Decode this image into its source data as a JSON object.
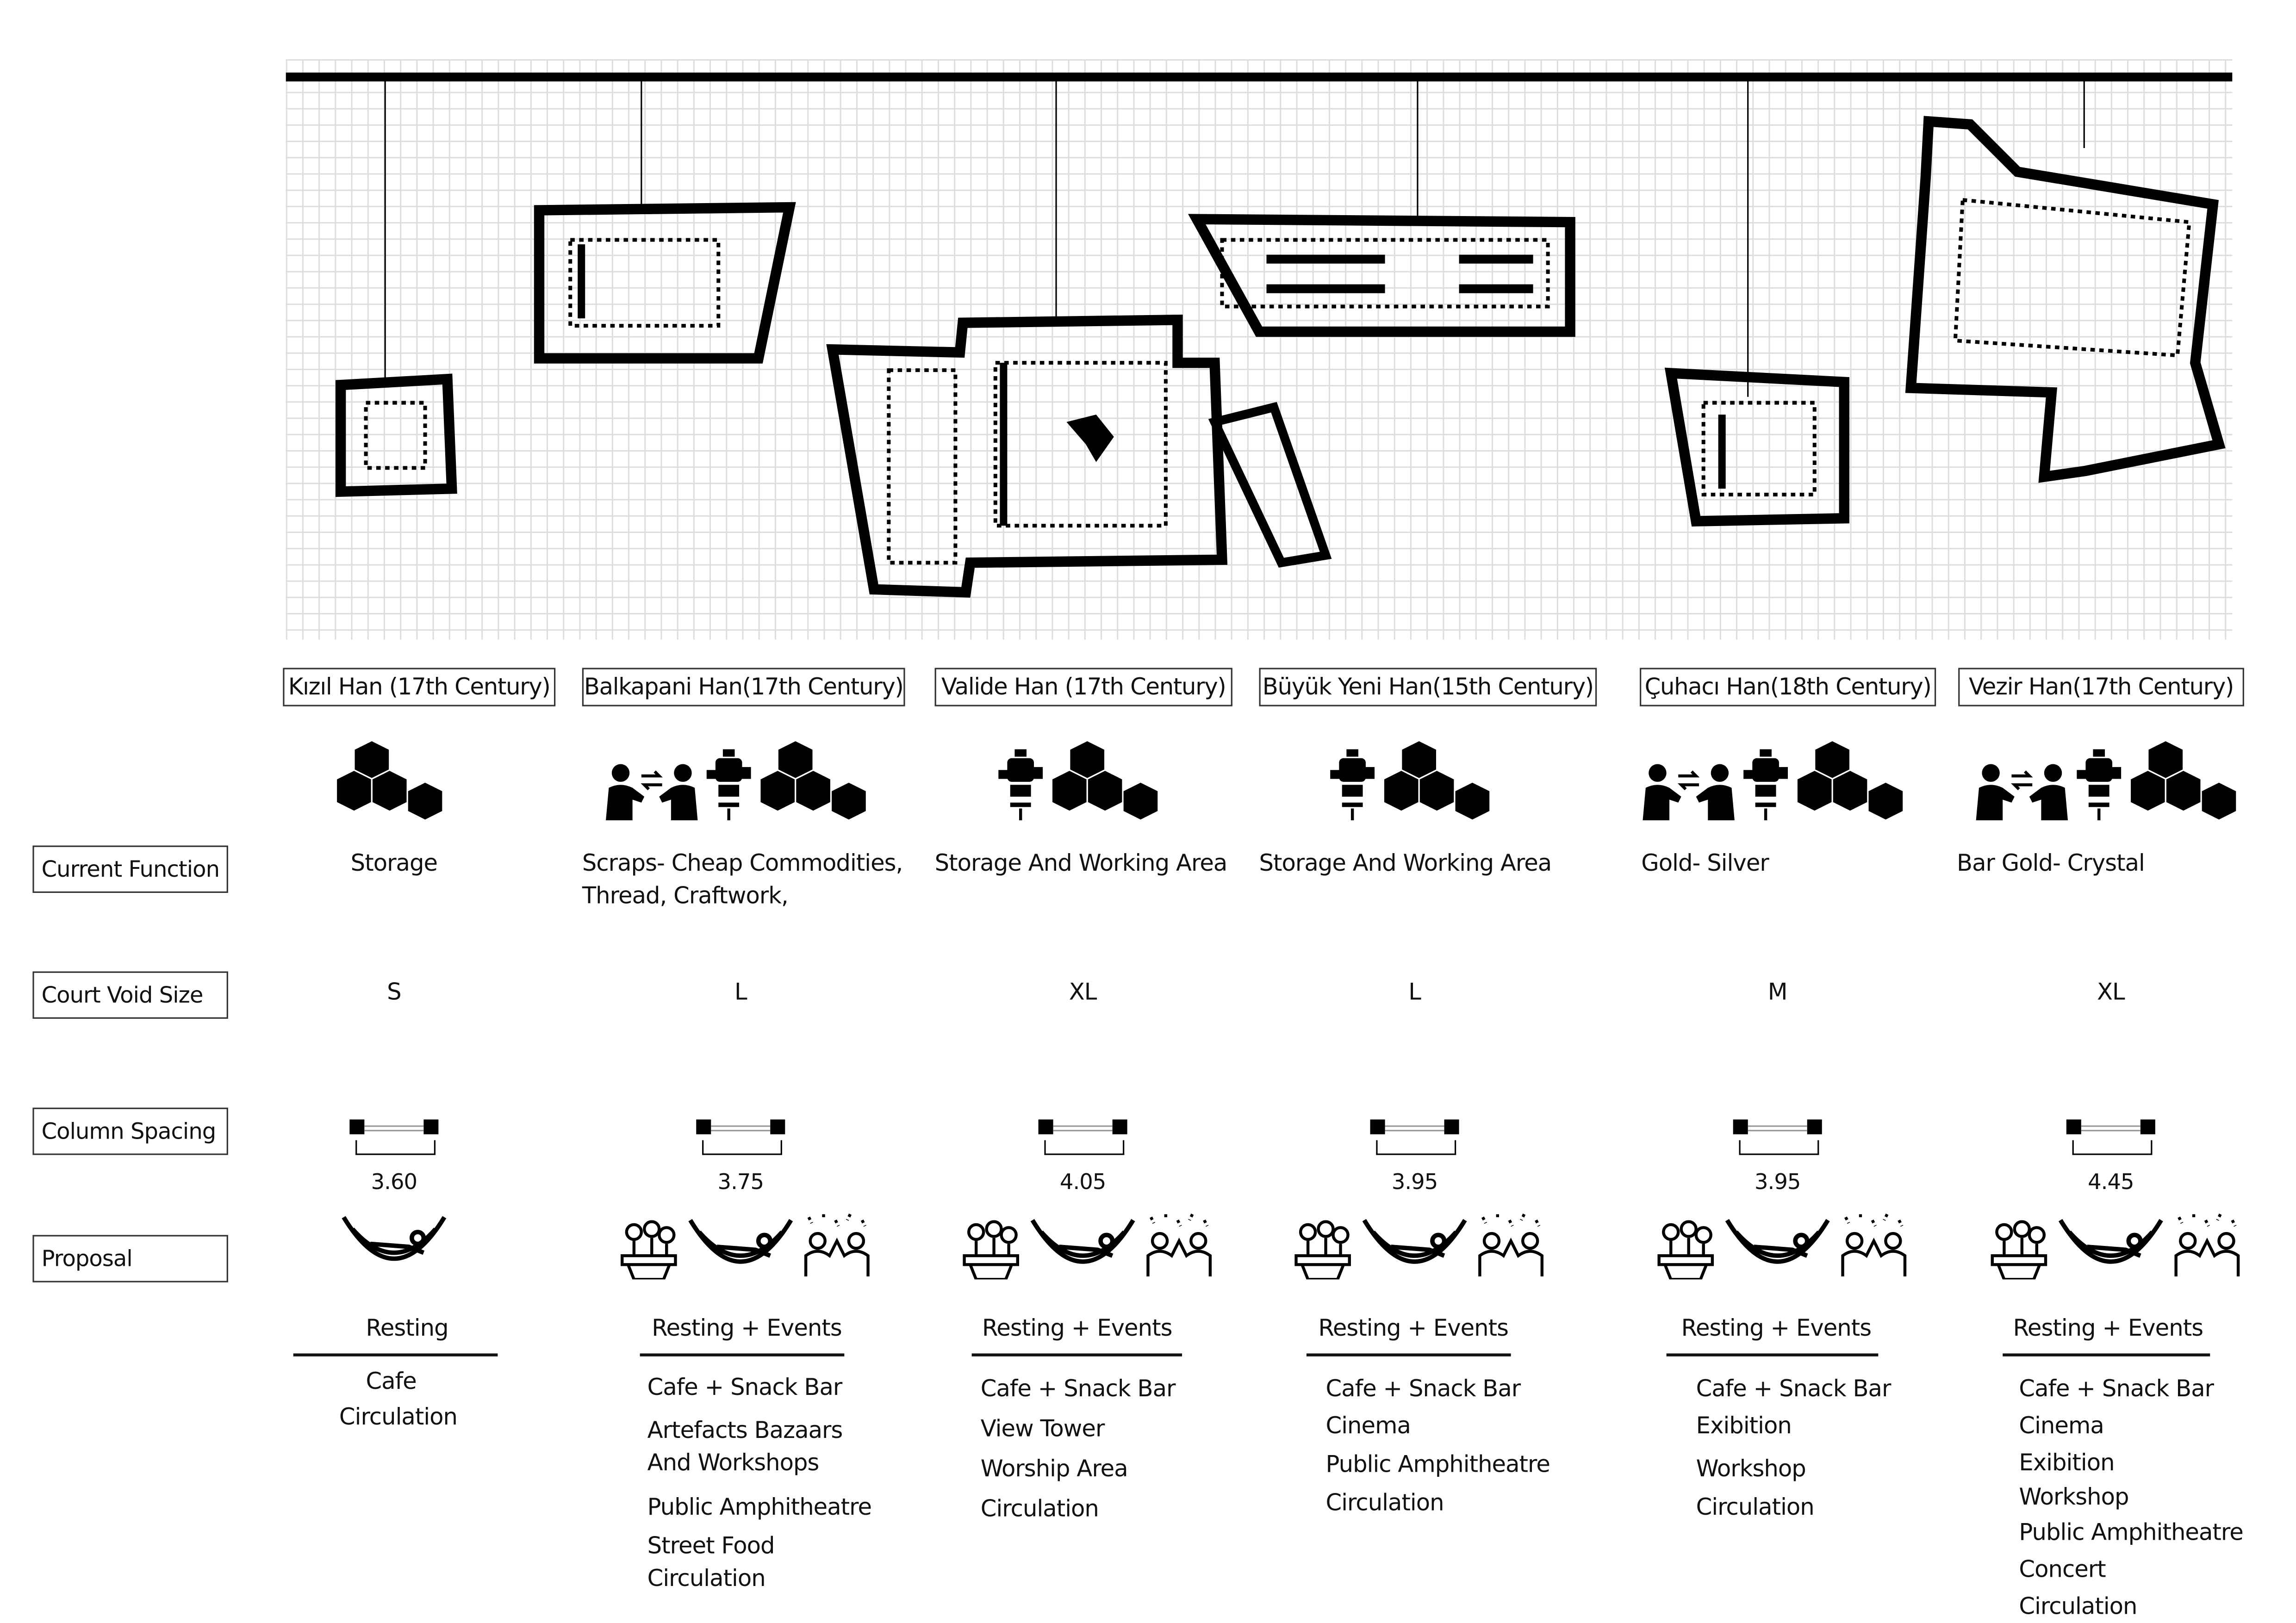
{
  "row_labels": {
    "current_function": "Current Function",
    "court_void_size": "Court Void Size",
    "column_spacing": "Column Spacing",
    "proposal": "Proposal"
  },
  "hans": [
    {
      "name": "Kızıl Han (17th Century)",
      "function_icons": [
        "boxes-icon"
      ],
      "function": [
        "Storage"
      ],
      "void": "S",
      "spacing": "3.60",
      "proposal_icons": [
        "hammock-icon"
      ],
      "proposal": "Resting",
      "programs": [
        "Cafe",
        "Circulation"
      ]
    },
    {
      "name": "Balkapani Han(17th Century)",
      "function_icons": [
        "trade-icon",
        "tap-icon",
        "boxes-icon"
      ],
      "function": [
        "Scraps- Cheap Commodities,",
        "Thread,  Craftwork,"
      ],
      "void": "L",
      "spacing": "3.75",
      "proposal_icons": [
        "flowers-icon",
        "hammock-icon",
        "celebration-icon"
      ],
      "proposal": "Resting + Events",
      "programs": [
        "Cafe + Snack Bar",
        "Artefacts Bazaars",
        "And Workshops",
        "Public Amphitheatre",
        "Street Food",
        "Circulation"
      ]
    },
    {
      "name": "Valide Han (17th Century)",
      "function_icons": [
        "tap-icon",
        "boxes-icon"
      ],
      "function": [
        "Storage And Working Area"
      ],
      "void": "XL",
      "spacing": "4.05",
      "proposal_icons": [
        "flowers-icon",
        "hammock-icon",
        "celebration-icon"
      ],
      "proposal": "Resting + Events",
      "programs": [
        "Cafe + Snack Bar",
        "View Tower",
        "Worship Area",
        "Circulation"
      ]
    },
    {
      "name": "Büyük Yeni Han(15th Century)",
      "function_icons": [
        "tap-icon",
        "boxes-icon"
      ],
      "function": [
        "Storage And Working Area"
      ],
      "void": "L",
      "spacing": "3.95",
      "proposal_icons": [
        "flowers-icon",
        "hammock-icon",
        "celebration-icon"
      ],
      "proposal": "Resting + Events",
      "programs": [
        "Cafe + Snack Bar",
        "Cinema",
        "Public Amphitheatre",
        "Circulation"
      ]
    },
    {
      "name": "Çuhacı Han(18th Century)",
      "function_icons": [
        "trade-icon",
        "tap-icon",
        "boxes-icon"
      ],
      "function": [
        "Gold- Silver"
      ],
      "void": "M",
      "spacing": "3.95",
      "proposal_icons": [
        "flowers-icon",
        "hammock-icon",
        "celebration-icon"
      ],
      "proposal": "Resting + Events",
      "programs": [
        "Cafe + Snack Bar",
        "Exibition",
        "Workshop",
        "Circulation"
      ]
    },
    {
      "name": "Vezir Han(17th Century)",
      "function_icons": [
        "trade-icon",
        "tap-icon",
        "boxes-icon"
      ],
      "function": [
        "Bar Gold-  Crystal"
      ],
      "void": "XL",
      "spacing": "4.45",
      "proposal_icons": [
        "flowers-icon",
        "hammock-icon",
        "celebration-icon"
      ],
      "proposal": "Resting + Events",
      "programs": [
        "Cafe + Snack Bar",
        "Cinema",
        "Exibition",
        "Workshop",
        "Public Amphitheatre",
        "Concert",
        "Circulation"
      ]
    }
  ]
}
